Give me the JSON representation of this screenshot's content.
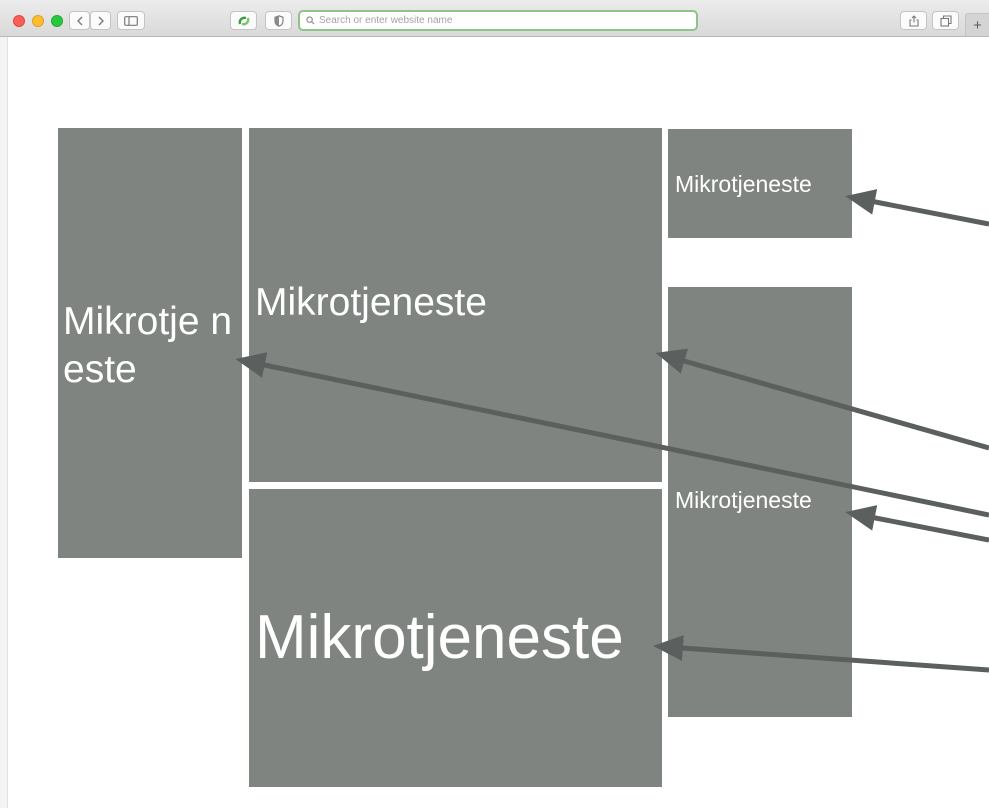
{
  "browser": {
    "address_placeholder": "Search or enter website name",
    "new_tab_label": "+"
  },
  "diagram": {
    "boxes": [
      {
        "label": "Mikrotje neste"
      },
      {
        "label": "Mikrotjeneste"
      },
      {
        "label": "Mikrotjeneste"
      },
      {
        "label": "Mikrotjeneste"
      },
      {
        "label": "Mikrotjeneste"
      }
    ]
  },
  "colors": {
    "box_fill": "#7f8480",
    "box_text": "#ffffff",
    "arrow": "#5b5f5d",
    "address_border": "#8fc489"
  }
}
